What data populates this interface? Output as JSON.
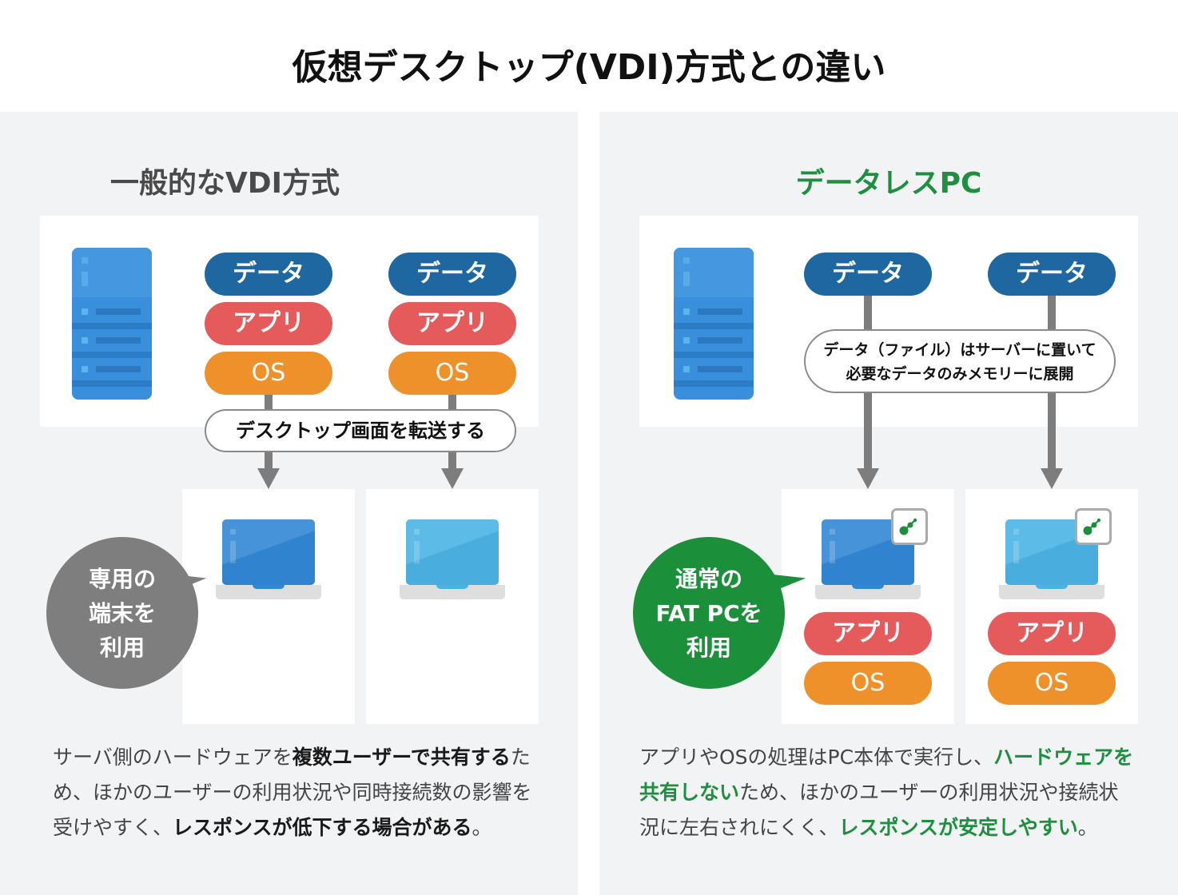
{
  "title": "仮想デスクトップ(VDI)方式との違い",
  "colors": {
    "data_pill": "#1f67a0",
    "app_pill": "#e55a5b",
    "os_pill": "#ef912a",
    "accent_green": "#1e8f3e",
    "bubble_gray": "#7e7e7e",
    "panel_bg": "#f2f3f5"
  },
  "left": {
    "heading": "一般的なVDI方式",
    "stacks": [
      {
        "data": "データ",
        "app": "アプリ",
        "os": "OS"
      },
      {
        "data": "データ",
        "app": "アプリ",
        "os": "OS"
      }
    ],
    "callout": "デスクトップ画面を転送する",
    "bubble": [
      "専用の",
      "端末を",
      "利用"
    ],
    "description": {
      "parts": [
        {
          "text": "サーバ側のハードウェアを",
          "style": "normal"
        },
        {
          "text": "複数ユーザーで共有する",
          "style": "bold"
        },
        {
          "text": "ため、ほかのユーザーの利用状況や同時接続数の影響を受けやすく、",
          "style": "normal"
        },
        {
          "text": "レスポンスが低下する場合がある",
          "style": "bold"
        },
        {
          "text": "。",
          "style": "normal"
        }
      ]
    }
  },
  "right": {
    "heading": "データレスPC",
    "data_pills": [
      "データ",
      "データ"
    ],
    "callout": [
      "データ（ファイル）はサーバーに置いて",
      "必要なデータのみメモリーに展開"
    ],
    "devices": [
      {
        "app": "アプリ",
        "os": "OS",
        "badge_icon": "sync-app-icon"
      },
      {
        "app": "アプリ",
        "os": "OS",
        "badge_icon": "sync-app-icon"
      }
    ],
    "bubble": [
      "通常の",
      "FAT PCを",
      "利用"
    ],
    "description": {
      "parts": [
        {
          "text": "アプリやOSの処理はPC本体で実行し、",
          "style": "normal"
        },
        {
          "text": "ハードウェアを共有しない",
          "style": "green"
        },
        {
          "text": "ため、ほかのユーザーの利用状況や接続状況に左右されにくく、",
          "style": "normal"
        },
        {
          "text": "レスポンスが安定しやすい",
          "style": "green"
        },
        {
          "text": "。",
          "style": "normal"
        }
      ]
    }
  }
}
